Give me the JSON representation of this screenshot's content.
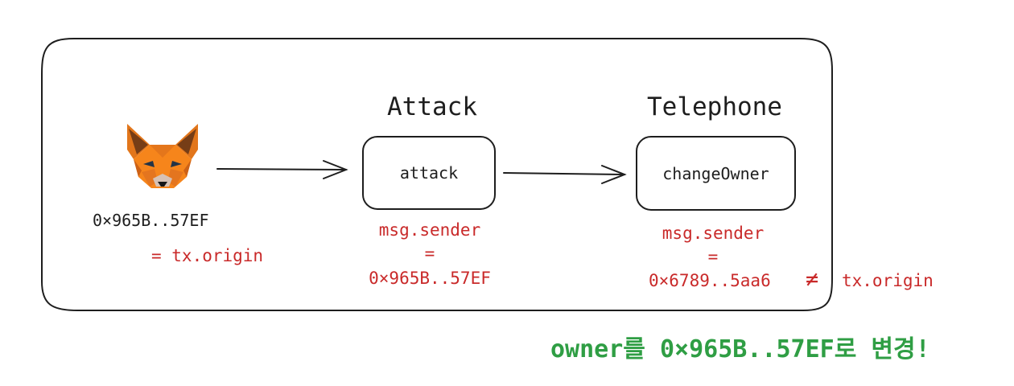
{
  "contracts": {
    "attack": {
      "title": "Attack",
      "function_label": "attack",
      "sender_label": "msg.sender",
      "equals": "=",
      "sender_value": "0×965B..57EF"
    },
    "telephone": {
      "title": "Telephone",
      "function_label": "changeOwner",
      "sender_label": "msg.sender",
      "equals": "=",
      "sender_value": "0×6789..5aa6",
      "not_equal": "≠",
      "compare": "tx.origin"
    }
  },
  "wallet": {
    "icon": "metamask-fox-icon",
    "address": "0×965B..57EF",
    "origin_label": "= tx.origin"
  },
  "result_note": "owner를 0×965B..57EF로 변경!",
  "colors": {
    "ink": "#1e1e1e",
    "highlight_red": "#c92a2a",
    "result_green": "#2f9e44"
  }
}
